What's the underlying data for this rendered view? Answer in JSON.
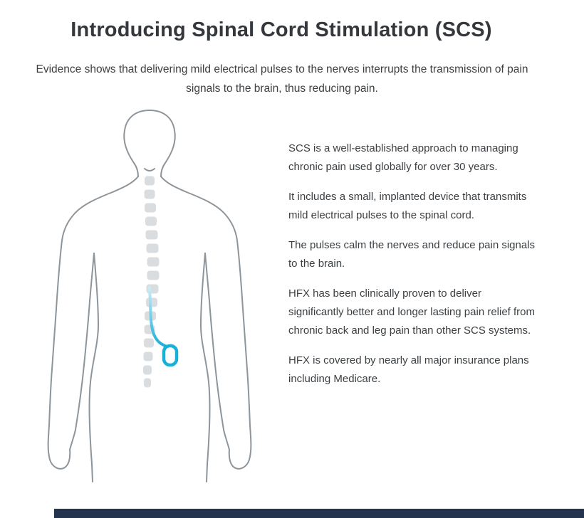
{
  "header": {
    "title": "Introducing Spinal Cord Stimulation (SCS)",
    "subtitle": "Evidence shows that delivering mild electrical pulses to the nerves interrupts the transmission of pain signals to the brain, thus reducing pain."
  },
  "content": {
    "paragraphs": [
      "SCS is a well-established approach to managing chronic pain used globally for over 30 years.",
      "It includes a small, implanted device that transmits mild electrical pulses to the spinal cord.",
      "The pulses calm the nerves and reduce pain signals to the brain.",
      "HFX has been clinically proven to deliver significantly better and longer lasting pain relief from chronic back and leg pain than other SCS systems.",
      "HFX is covered by nearly all major insurance plans including Medicare."
    ]
  },
  "illustration": {
    "name": "torso-spine-implant",
    "elements": [
      "body-outline",
      "spine",
      "stimulator-lead",
      "implant-device"
    ]
  },
  "colors": {
    "title_text": "#34383c",
    "body_text": "#3c4043",
    "outline": "#8e959a",
    "spine": "#dadde0",
    "lead": "#18b0d6",
    "footer_bar": "#24344f"
  }
}
